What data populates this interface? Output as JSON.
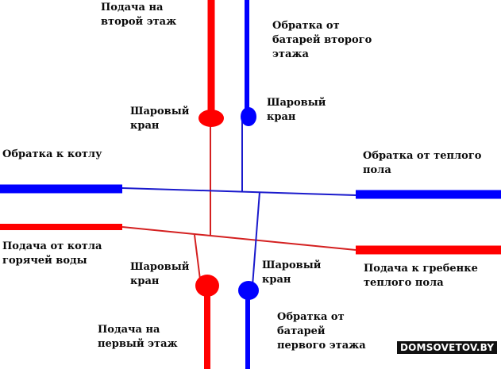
{
  "labels": {
    "supply_second_floor": [
      "Подача на",
      "второй этаж"
    ],
    "return_second_floor": [
      "Обратка от",
      "батарей второго",
      "этажа"
    ],
    "ball_valve_top_left": [
      "Шаровый",
      "кран"
    ],
    "ball_valve_top_right": [
      "Шаровый",
      "кран"
    ],
    "return_to_boiler": [
      "Обратка к котлу"
    ],
    "return_underfloor": [
      "Обратка от теплого",
      "пола"
    ],
    "supply_from_boiler": [
      "Подача от котла",
      "горячей воды"
    ],
    "ball_valve_bottom_left": [
      "Шаровый",
      "кран"
    ],
    "ball_valve_bottom_right": [
      "Шаровый",
      "кран"
    ],
    "supply_to_manifold": [
      "Подача к гребенке",
      "теплого пола"
    ],
    "supply_first_floor": [
      "Подача на",
      "первый этаж"
    ],
    "return_first_floor": [
      "Обратка от",
      "батарей",
      "первого этажа"
    ]
  },
  "watermark": "DOMSOVETOV.BY",
  "colors": {
    "supply": "#ff0000",
    "return": "#0000ff",
    "thin_supply": "#d42020",
    "thin_return": "#1a1acc"
  }
}
